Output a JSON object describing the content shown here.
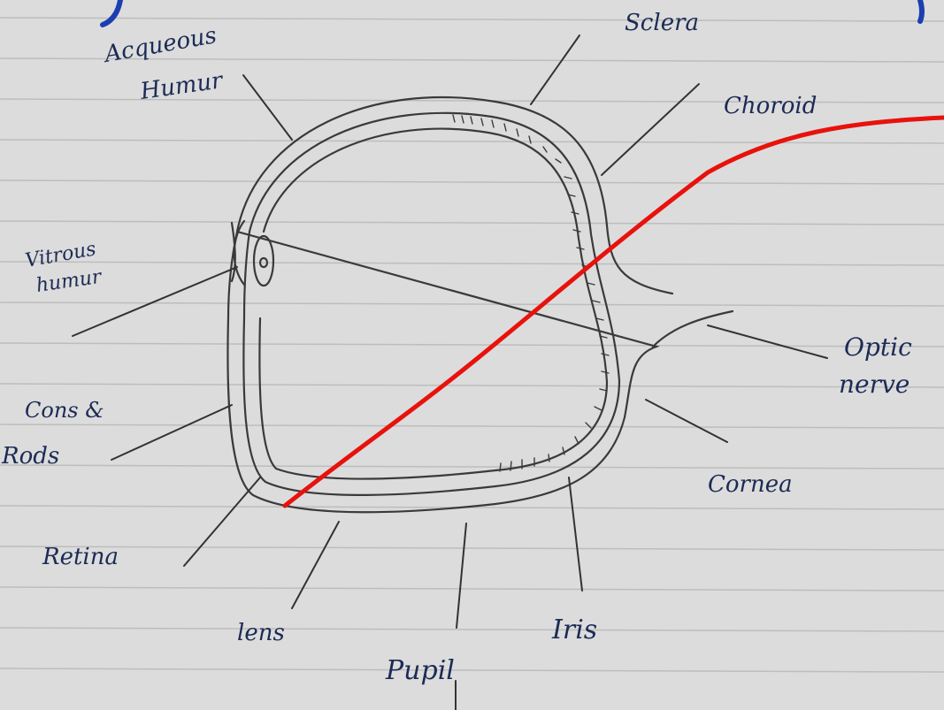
{
  "labels": {
    "aqueous_humour_line1": "Acqueous",
    "aqueous_humour_line2": "Humur",
    "sclera": "Sclera",
    "choroid": "Choroid",
    "vitreous_humour_line1": "Vitrous",
    "vitreous_humour_line2": "humur",
    "cones_rods_line1": "Cons &",
    "cones_rods_line2": "Rods",
    "retina": "Retina",
    "lens": "lens",
    "pupil": "Pupil",
    "iris": "Iris",
    "cornea": "Cornea",
    "optic_nerve_line1": "Optic",
    "optic_nerve_line2": "nerve"
  },
  "colors": {
    "paper": "#dcdcdc",
    "ruled_line": "#bdbdbd",
    "pencil": "#3a3a3a",
    "ink": "#1c2b55",
    "red_stroke": "#e8120c",
    "blue_ink": "#1b3fb0"
  }
}
